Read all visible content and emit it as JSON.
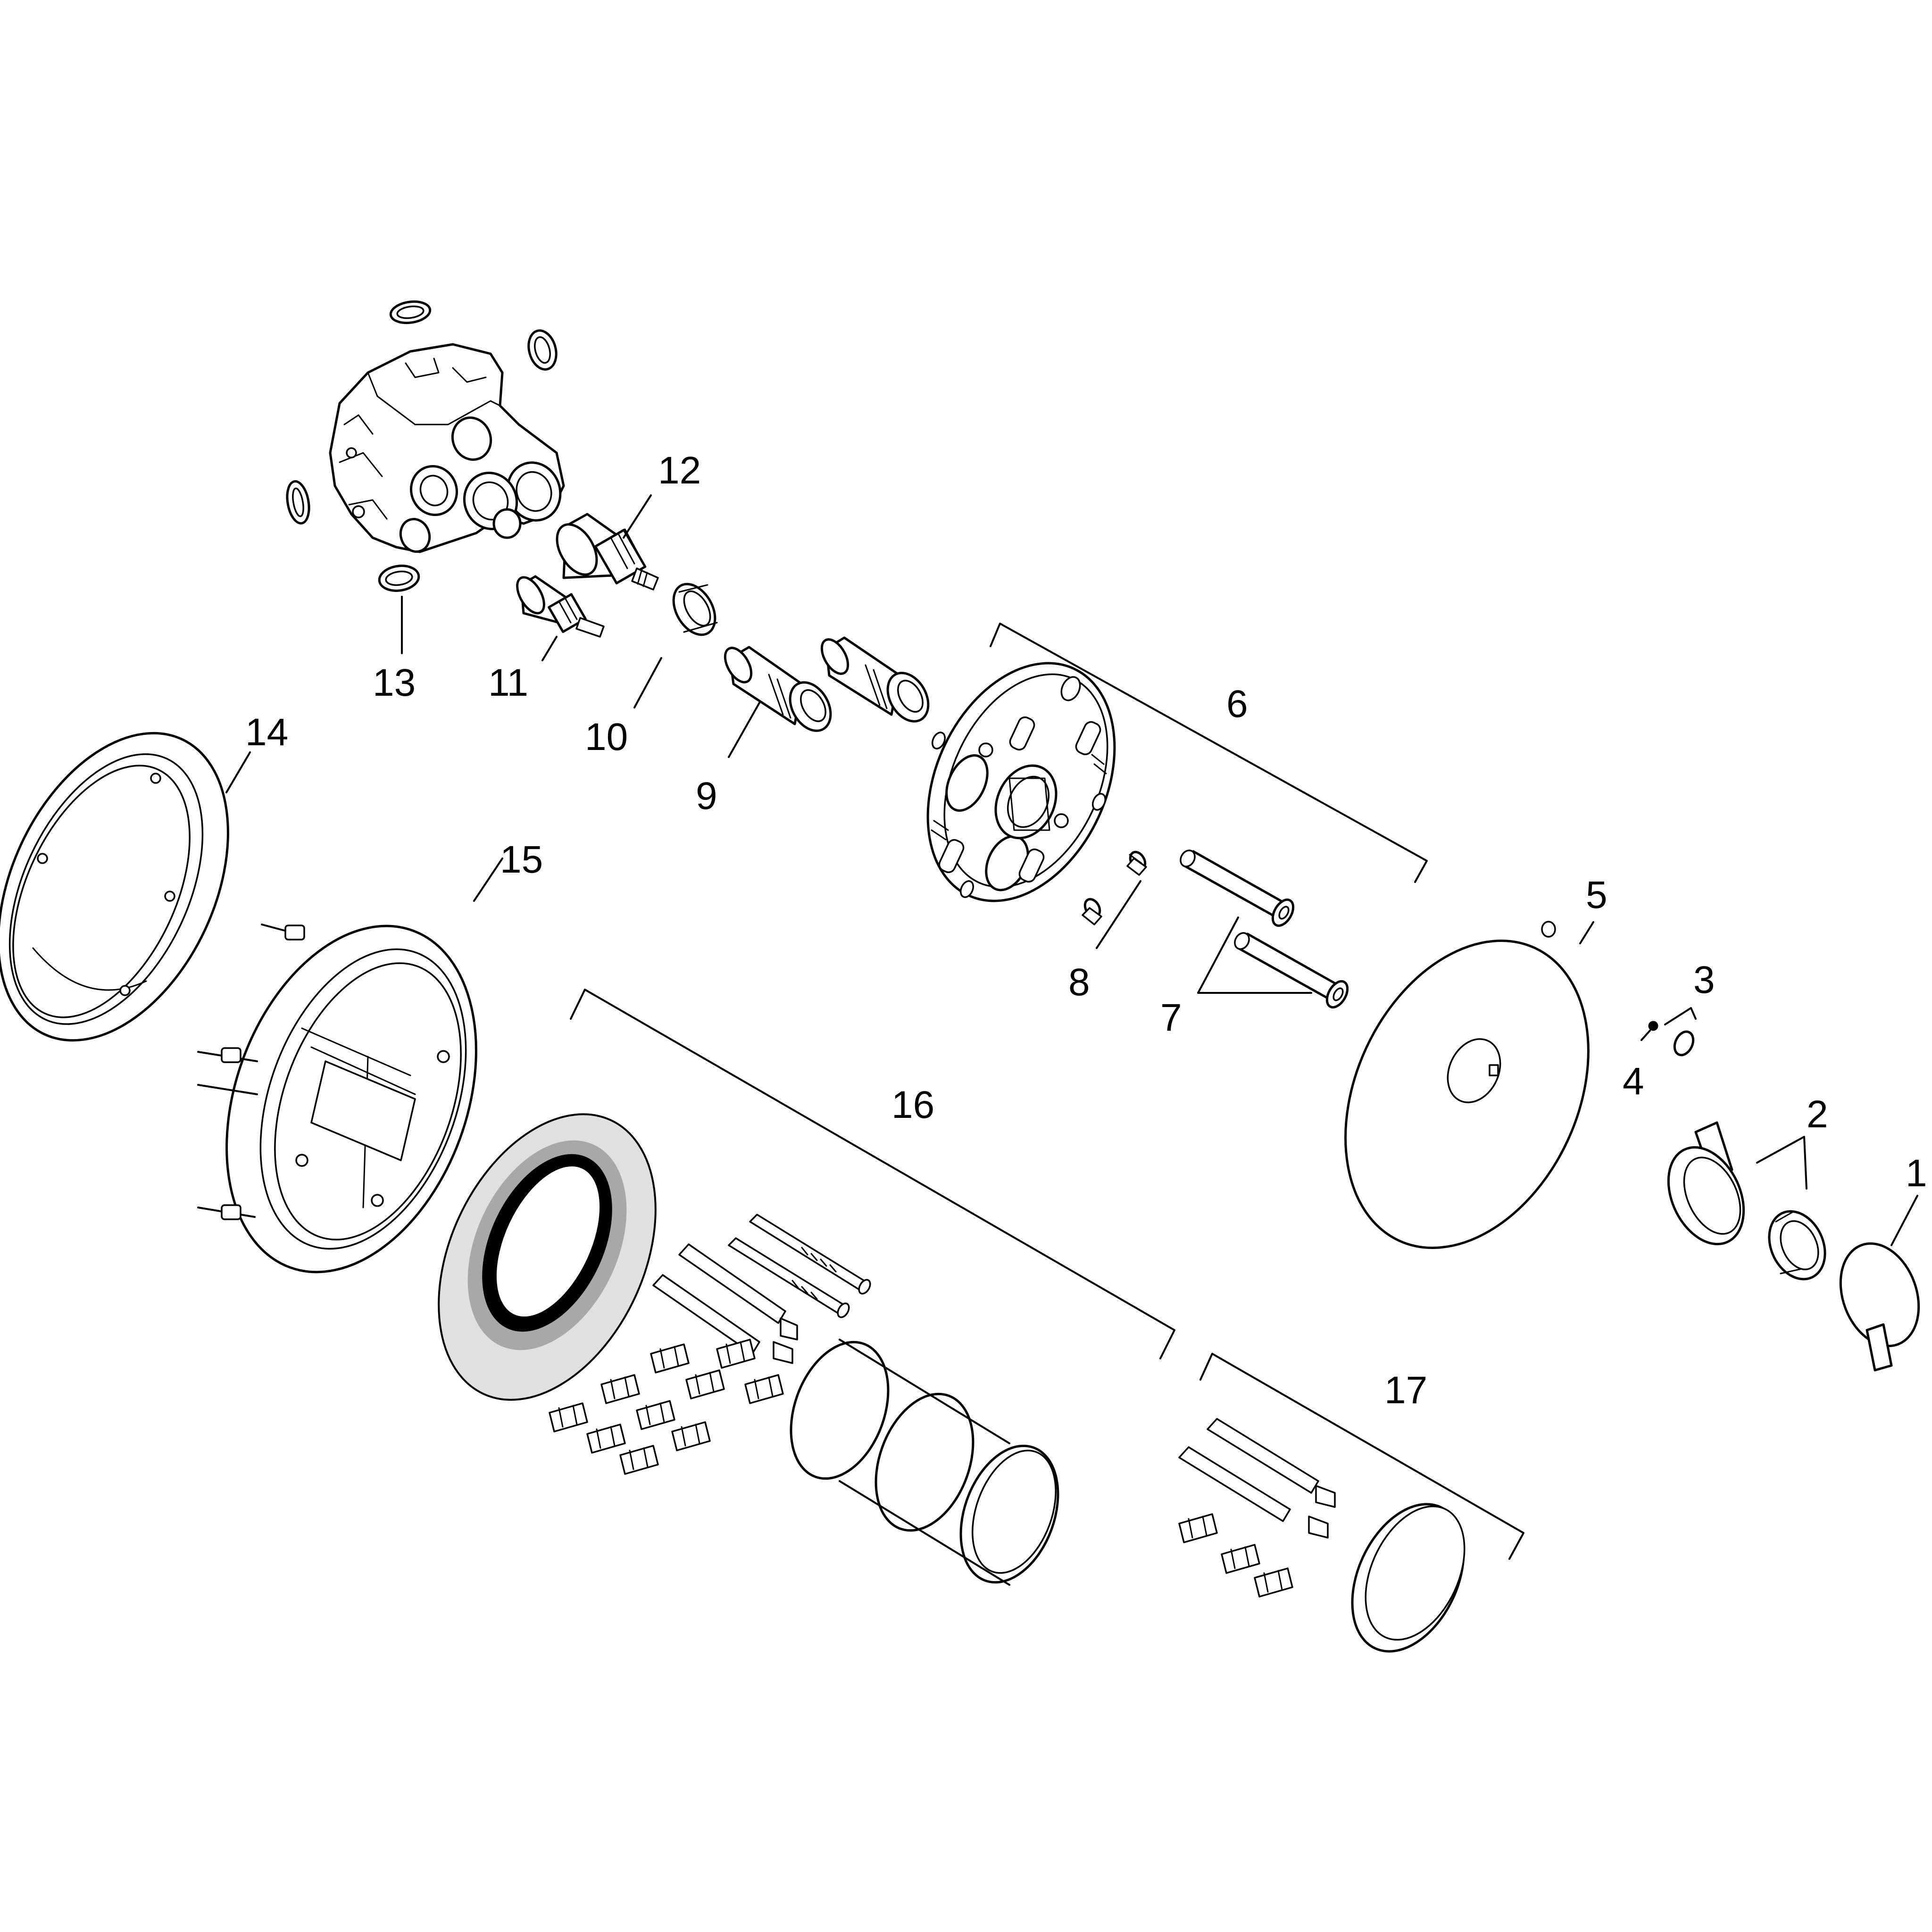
{
  "labels": {
    "p1": "1",
    "p2": "2",
    "p3": "3",
    "p4": "4",
    "p5": "5",
    "p6": "6",
    "p7": "7",
    "p8": "8",
    "p9": "9",
    "p10": "10",
    "p11": "11",
    "p12": "12",
    "p13": "13",
    "p14": "14",
    "p15": "15",
    "p16": "16",
    "p17": "17"
  },
  "colors": {
    "line": "#000000",
    "background": "#ffffff",
    "seal_grey": "#a8a8a8"
  }
}
